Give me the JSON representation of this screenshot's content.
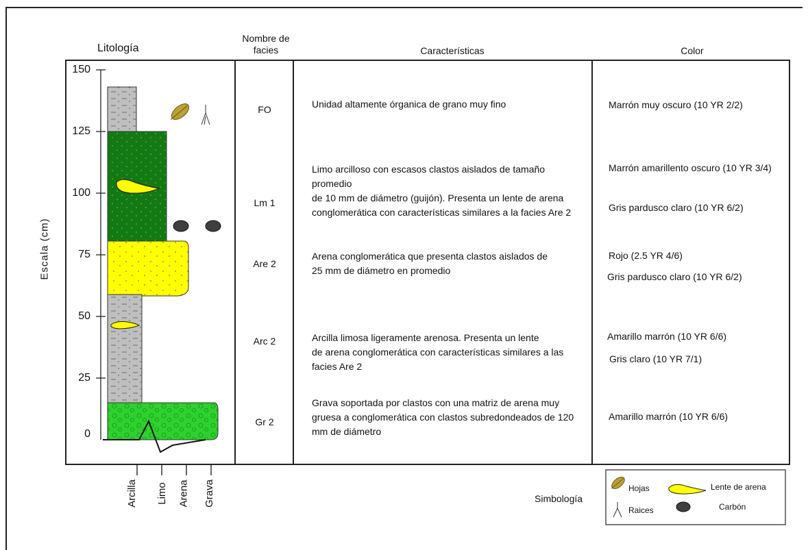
{
  "headers": {
    "litologia": "Litología",
    "nombre_facies_1": "Nombre de",
    "nombre_facies_2": "facies",
    "caracteristicas": "Características",
    "color": "Color"
  },
  "axis": {
    "label": "Escala (cm)",
    "ticks": [
      "150",
      "125",
      "100",
      "75",
      "50",
      "25",
      "0"
    ]
  },
  "grain_axis": [
    "Arcilla",
    "Limo",
    "Arena",
    "Grava"
  ],
  "facies": [
    {
      "code": "FO",
      "description": [
        "Unidad altamente órganica de grano muy fino"
      ],
      "colors": [
        "Marrón muy oscuro (10 YR 2/2)"
      ]
    },
    {
      "code": "Lm 1",
      "description": [
        "Limo arcilloso con escasos clastos aislados de tamaño promedio",
        "de 10 mm de diámetro (guijón). Presenta un lente de arena",
        "conglomerática con características similares a la facies Are 2"
      ],
      "colors": [
        "Marrón amarillento oscuro (10 YR 3/4)",
        "Gris pardusco claro (10 YR 6/2)"
      ]
    },
    {
      "code": "Are 2",
      "description": [
        "Arena conglomerática que presenta clastos aislados de",
        "25 mm de diámetro en promedio"
      ],
      "colors": [
        "Rojo (2.5 YR 4/6)",
        "Gris pardusco claro (10 YR 6/2)"
      ]
    },
    {
      "code": "Arc 2",
      "description": [
        "Arcilla limosa ligeramente arenosa. Presenta un lente",
        "de arena conglomerática con características similares a las",
        "facies Are 2"
      ],
      "colors": [
        "Amarillo marrón (10 YR 6/6)",
        "Gris claro (10 YR 7/1)"
      ]
    },
    {
      "code": "Gr 2",
      "description": [
        "Grava soportada por clastos con una matriz de arena muy",
        "gruesa a conglomerática con clastos subredondeados de 120",
        "mm de diámetro"
      ],
      "colors": [
        "Amarillo marrón (10 YR 6/6)"
      ]
    }
  ],
  "legend": {
    "title": "Simbología",
    "hojas": "Hojas",
    "raices": "Raices",
    "lente": "Lente de arena",
    "carbon": "Carbón"
  },
  "palette": {
    "gray": "#bfbfbf",
    "dark_green": "#137a13",
    "yellow": "#ffff00",
    "bright_green": "#2ed12e",
    "coal": "#3f3f3f",
    "leaf": "#b9a137"
  }
}
